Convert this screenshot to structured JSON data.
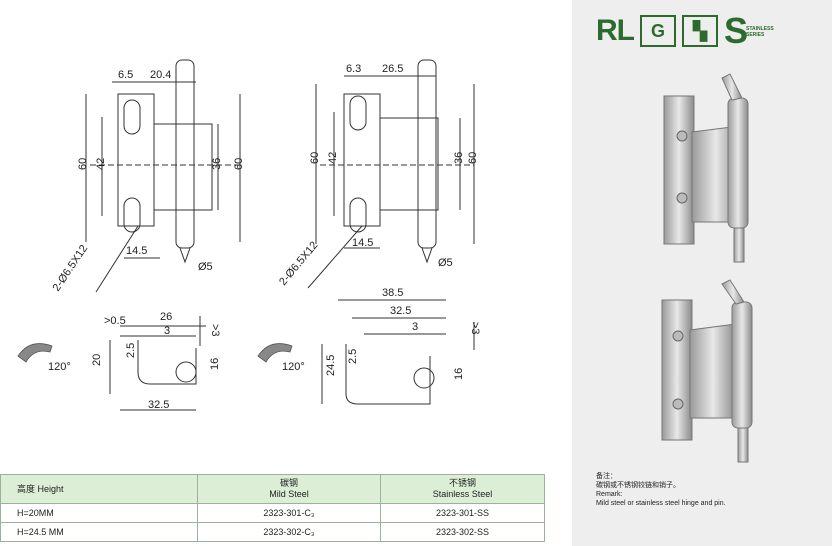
{
  "logos": {
    "rl": "RL",
    "s_letter": "S",
    "s_small_line1": "STAINLESS",
    "s_small_line2": "SERIES"
  },
  "drawing1": {
    "top_a": "6.5",
    "top_b": "20.4",
    "left_outer": "60",
    "left_inner": "42",
    "right_inner": "36",
    "right_outer": "60",
    "hole_note": "2-Ø6.5X12",
    "bottom_w": "14.5",
    "pin_d": "Ø5",
    "side_gap": ">0.5",
    "side_w": "26",
    "side_3": "3",
    "side_gt3": ">3",
    "side_h": "20",
    "side_25": "2.5",
    "side_16": "16",
    "side_bottom": "32.5",
    "angle": "120°"
  },
  "drawing2": {
    "top_a": "6.3",
    "top_b": "26.5",
    "left_outer": "60",
    "left_inner": "42",
    "right_inner": "36",
    "right_outer": "60",
    "hole_note": "2-Ø6.5X12",
    "bottom_w": "14.5",
    "pin_d": "Ø5",
    "side_w1": "38.5",
    "side_w2": "32.5",
    "side_3": "3",
    "side_gt3": ">3",
    "side_h": "24.5",
    "side_25": "2.5",
    "side_16": "16",
    "angle": "120°"
  },
  "remarks": {
    "label_cn": "备注：",
    "text_cn": "碳钢或不锈钢铰链和销子。",
    "label_en": "Remark:",
    "text_en": "Mild steel or stainless steel hinge and pin."
  },
  "table": {
    "header": {
      "c1": "高度 Height",
      "c2_cn": "碳钢",
      "c2_en": "Mild Steel",
      "c3_cn": "不锈钢",
      "c3_en": "Stainless Steel"
    },
    "rows": [
      {
        "height": "H=20MM",
        "mild": "2323-301-C₃",
        "stainless": "2323-301-SS"
      },
      {
        "height": "H=24.5 MM",
        "mild": "2323-302-C₃",
        "stainless": "2323-302-SS"
      }
    ]
  }
}
